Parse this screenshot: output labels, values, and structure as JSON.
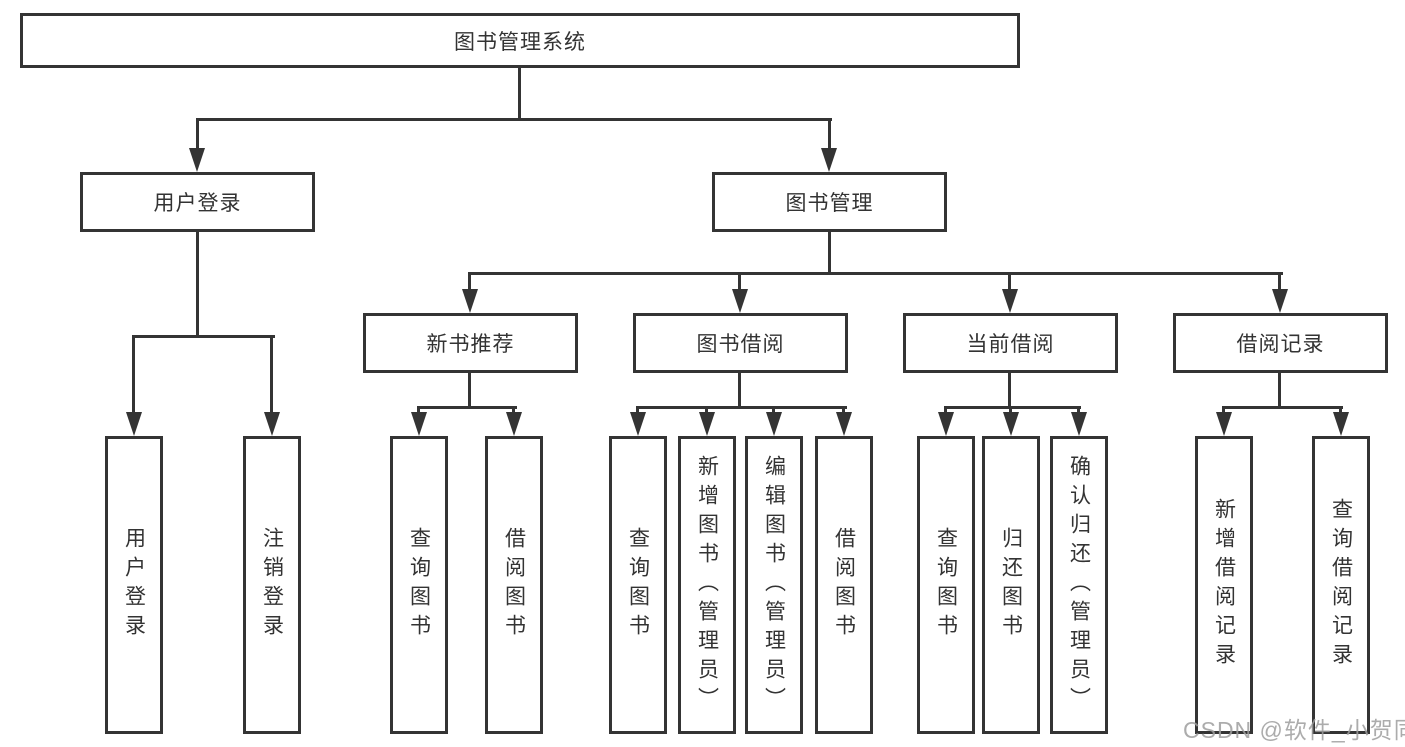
{
  "diagram": {
    "root": {
      "label": "图书管理系统"
    },
    "level2": [
      {
        "id": "user-login",
        "label": "用户登录"
      },
      {
        "id": "book-management",
        "label": "图书管理"
      }
    ],
    "level3": [
      {
        "id": "new-book-recommendation",
        "label": "新书推荐",
        "parent": "图书管理"
      },
      {
        "id": "book-borrowing",
        "label": "图书借阅",
        "parent": "图书管理"
      },
      {
        "id": "current-borrowing",
        "label": "当前借阅",
        "parent": "图书管理"
      },
      {
        "id": "borrowing-records",
        "label": "借阅记录",
        "parent": "图书管理"
      }
    ],
    "leaves": [
      {
        "label": "用户登录",
        "parent": "用户登录"
      },
      {
        "label": "注销登录",
        "parent": "用户登录"
      },
      {
        "label": "查询图书",
        "parent": "新书推荐"
      },
      {
        "label": "借阅图书",
        "parent": "新书推荐"
      },
      {
        "label": "查询图书",
        "parent": "图书借阅"
      },
      {
        "label": "新增图书（管理员）",
        "parent": "图书借阅"
      },
      {
        "label": "编辑图书（管理员）",
        "parent": "图书借阅"
      },
      {
        "label": "借阅图书",
        "parent": "图书借阅"
      },
      {
        "label": "查询图书",
        "parent": "当前借阅"
      },
      {
        "label": "归还图书",
        "parent": "当前借阅"
      },
      {
        "label": "确认归还（管理员）",
        "parent": "当前借阅"
      },
      {
        "label": "新增借阅记录",
        "parent": "借阅记录"
      },
      {
        "label": "查询借阅记录",
        "parent": "借阅记录"
      }
    ],
    "colors": {
      "border": "#343434",
      "text": "#333333",
      "background": "#ffffff",
      "watermark": "#9e9e9e"
    }
  },
  "watermark": {
    "text": "CSDN @软件_小贺同学"
  }
}
